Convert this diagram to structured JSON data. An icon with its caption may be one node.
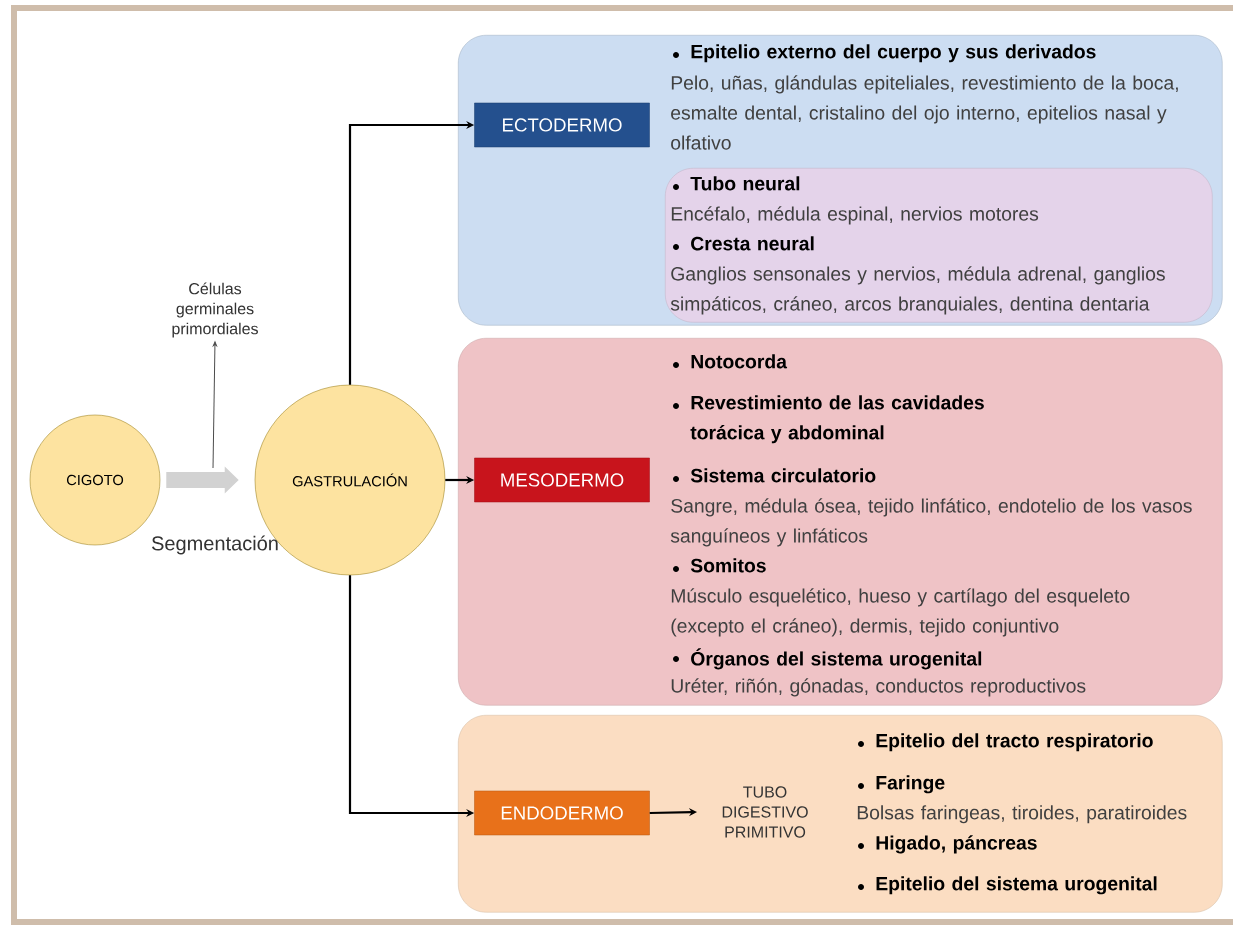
{
  "diagram": {
    "nodes": [
      {
        "text": [
          "CIGOTO"
        ]
      },
      {
        "text": [
          "GASTRULACIÓN"
        ]
      },
      {
        "text": [
          "Epitelio externo del cuerpo y sus derivados",
          "Pelo, uñas, glándulas epiteliales, revestimiento de la boca, esmalte dental, cristalino del ojo interno, epitelios nasal y olfativo"
        ]
      },
      {
        "text": [
          "ECTODERMO"
        ],
        "in": 2
      },
      {
        "text": [
          "Tubo neural",
          "Encéfalo, médula espinal, nervios motores",
          "Cresta neural",
          "Ganglios sensonales y nervios, médula adrenal, ganglios simpáticos, cráneo, arcos branquiales, dentina dentaria"
        ],
        "in": 2
      },
      {
        "text": [
          "Notocorda",
          "Revestimiento de las cavidades torácica y abdominal",
          "Sistema circulatorio",
          "Sangre, médula ósea, tejido linfático, endotelio de los vasos sanguíneos y linfáticos",
          "Somitos",
          "Músculo esquelético, hueso y cartílago del esqueleto (excepto el cráneo), dermis, tejido conjuntivo",
          "Órganos del sistema urogenital",
          "Uréter, riñón, gónadas, conductos reproductivos"
        ]
      },
      {
        "text": [
          "MESODERMO"
        ],
        "in": 5
      },
      {
        "text": [
          "Epitelio del tracto respiratorio",
          "Faringe",
          "Bolsas faringeas, tiroides, paratiroides",
          "Higado, páncreas",
          "Epitelio del sistema urogenital"
        ]
      },
      {
        "text": [
          "ENDODERMO"
        ],
        "in": 7
      },
      {
        "text": [
          "TUBO DIGESTIVO PRIMITIVO"
        ],
        "in": 7
      },
      {
        "text": [
          "Células germinales primordiales"
        ]
      }
    ],
    "edges": [
      {
        "from": 0,
        "to": 1,
        "arrow": "to",
        "label": "Segmentación",
        "style": "thick",
        "color": "#d2d2d2"
      },
      {
        "from": null,
        "to": 10,
        "arrow": "to"
      },
      {
        "from": 1,
        "to": 3,
        "arrow": "to"
      },
      {
        "from": 1,
        "to": 6,
        "arrow": "to"
      },
      {
        "from": 1,
        "to": 8,
        "arrow": "to"
      },
      {
        "from": 8,
        "to": 9,
        "arrow": "to"
      }
    ]
  }
}
